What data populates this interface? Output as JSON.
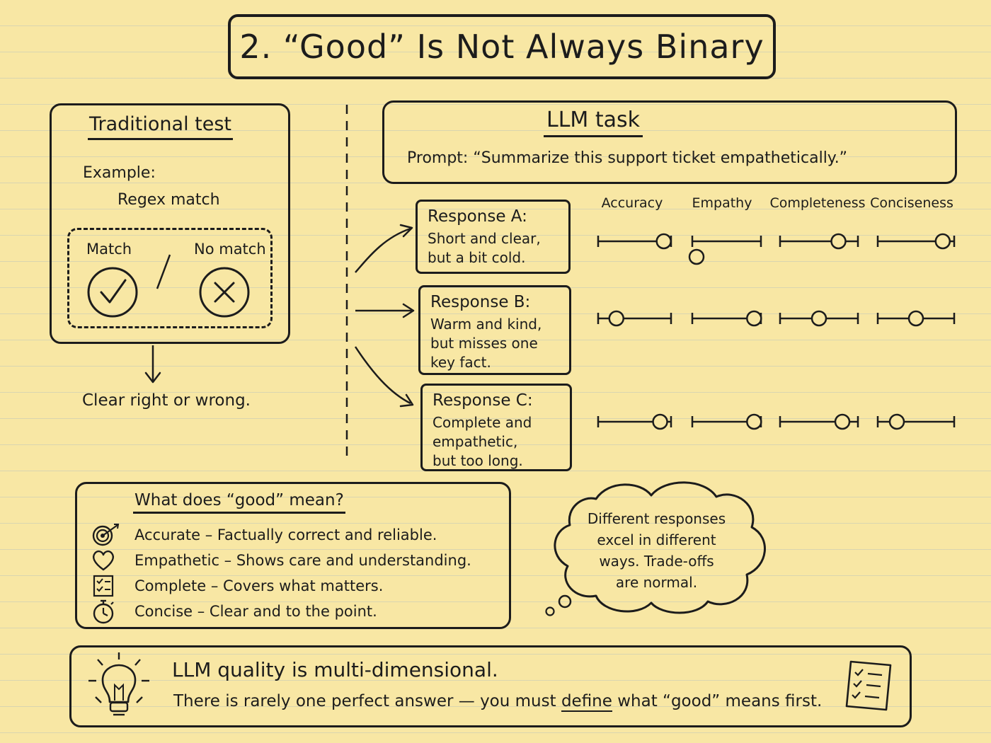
{
  "title": "2. “Good” Is Not Always Binary",
  "traditional": {
    "heading": "Traditional test",
    "example_label": "Example:",
    "example_value": "Regex match",
    "match_label": "Match",
    "no_match_label": "No match",
    "conclusion": "Clear right or wrong."
  },
  "llm_task": {
    "heading": "LLM task",
    "prompt": "Prompt: “Summarize this support ticket empathetically.”"
  },
  "criteria": [
    "Accuracy",
    "Empathy",
    "Completeness",
    "Conciseness"
  ],
  "responses": [
    {
      "head": "Response A:",
      "lines": [
        "Short and clear,",
        "but a bit cold."
      ],
      "scores": [
        0.9,
        0.0,
        0.75,
        0.85
      ]
    },
    {
      "head": "Response B:",
      "lines": [
        "Warm and kind,",
        "but misses one",
        "key fact."
      ],
      "scores": [
        0.25,
        0.9,
        0.5,
        0.5
      ]
    },
    {
      "head": "Response C:",
      "lines": [
        "Complete and",
        "empathetic,",
        "but too long."
      ],
      "scores": [
        0.85,
        0.9,
        0.8,
        0.25
      ]
    }
  ],
  "good_meaning": {
    "heading": "What does “good” mean?",
    "items": [
      {
        "icon": "target-icon",
        "text": "Accurate – Factually correct and reliable."
      },
      {
        "icon": "heart-icon",
        "text": "Empathetic – Shows care and understanding."
      },
      {
        "icon": "checklist-icon",
        "text": "Complete – Covers what matters."
      },
      {
        "icon": "stopwatch-icon",
        "text": "Concise – Clear and to the point."
      }
    ]
  },
  "thought": {
    "lines": [
      "Different responses",
      "excel in different",
      "ways. Trade-offs",
      "are normal."
    ]
  },
  "bottom": {
    "line1": "LLM quality is multi-dimensional.",
    "line2_pre": "There is rarely one perfect answer — you must ",
    "line2_emph": "define",
    "line2_post": " what “good” means first."
  },
  "colors": {
    "background": "#f8e7a4",
    "ink": "#1c1c1c",
    "rule": "#a0b4c8"
  }
}
